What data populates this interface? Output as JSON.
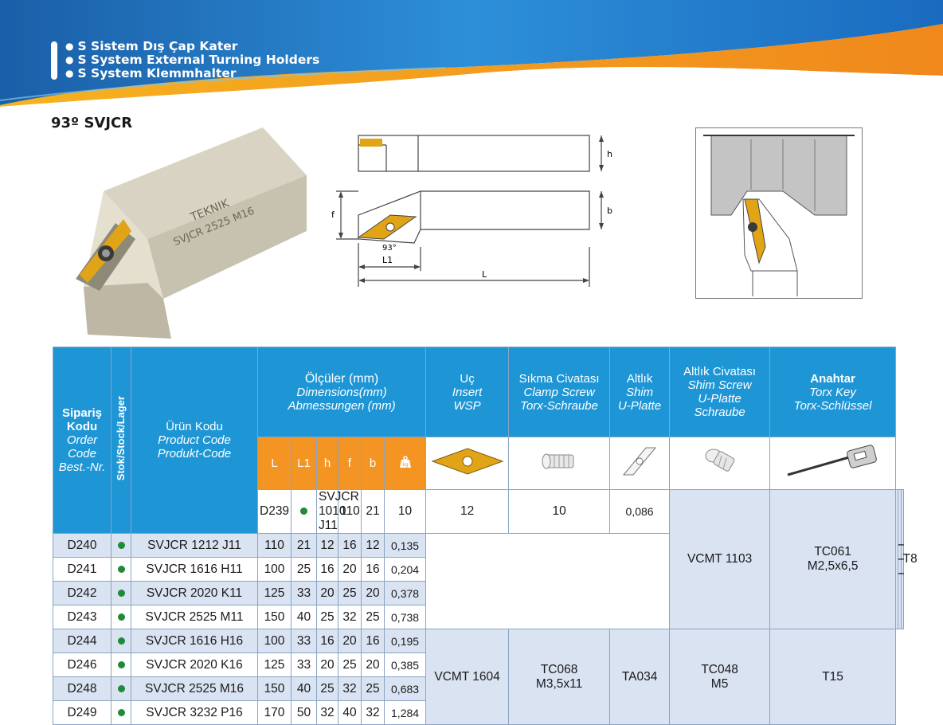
{
  "header": {
    "lines": [
      "S Sistem Dış Çap Kater",
      "S System External Turning Holders",
      "S System Klemmhalter"
    ]
  },
  "product": {
    "title": "93º SVJCR"
  },
  "illustration": {
    "engraving_brand": "TEKNIK",
    "engraving_code": "SVJCR 2525 M16",
    "dims": {
      "h": "h",
      "b": "b",
      "f": "f",
      "L": "L",
      "L1": "L1",
      "angle": "93°"
    }
  },
  "table": {
    "headers": {
      "order": [
        "Sipariş",
        "Kodu",
        "Order",
        "Code",
        "Best.-Nr."
      ],
      "stock": [
        "Stok",
        "/Stock/Lager"
      ],
      "product": [
        "Ürün Kodu",
        "Product Code",
        "Produkt-Code"
      ],
      "dims": [
        "Ölçüler (mm)",
        "Dimensions(mm)",
        "Abmessungen (mm)"
      ],
      "insert": [
        "Uç",
        "Insert",
        "WSP"
      ],
      "clamp": [
        "Sıkma Civatası",
        "Clamp Screw",
        "Torx-Schraube"
      ],
      "shim": [
        "Altlık",
        "Shim",
        "U-Platte"
      ],
      "shim_screw": [
        "Altlık  Civatası",
        "Shim Screw",
        "U-Platte",
        "Schraube"
      ],
      "key": [
        "Anahtar",
        "Torx Key",
        "Torx-Schlüssel"
      ],
      "dim_cols": [
        "L",
        "L1",
        "h",
        "f",
        "b"
      ],
      "weight_label": "kg"
    },
    "rows": [
      {
        "order": "D239",
        "code": "SVJCR 1010 J11",
        "L": "110",
        "L1": "21",
        "h": "10",
        "f": "12",
        "b": "10",
        "w": "0,086"
      },
      {
        "order": "D240",
        "code": "SVJCR 1212 J11",
        "L": "110",
        "L1": "21",
        "h": "12",
        "f": "16",
        "b": "12",
        "w": "0,135"
      },
      {
        "order": "D241",
        "code": "SVJCR 1616 H11",
        "L": "100",
        "L1": "25",
        "h": "16",
        "f": "20",
        "b": "16",
        "w": "0,204"
      },
      {
        "order": "D242",
        "code": "SVJCR 2020 K11",
        "L": "125",
        "L1": "33",
        "h": "20",
        "f": "25",
        "b": "20",
        "w": "0,378"
      },
      {
        "order": "D243",
        "code": "SVJCR 2525 M11",
        "L": "150",
        "L1": "40",
        "h": "25",
        "f": "32",
        "b": "25",
        "w": "0,738"
      },
      {
        "order": "D244",
        "code": "SVJCR 1616 H16",
        "L": "100",
        "L1": "33",
        "h": "16",
        "f": "20",
        "b": "16",
        "w": "0,195"
      },
      {
        "order": "D246",
        "code": "SVJCR 2020 K16",
        "L": "125",
        "L1": "33",
        "h": "20",
        "f": "25",
        "b": "20",
        "w": "0,385"
      },
      {
        "order": "D248",
        "code": "SVJCR 2525 M16",
        "L": "150",
        "L1": "40",
        "h": "25",
        "f": "32",
        "b": "25",
        "w": "0,683"
      },
      {
        "order": "D249",
        "code": "SVJCR 3232 P16",
        "L": "170",
        "L1": "50",
        "h": "32",
        "f": "40",
        "b": "32",
        "w": "1,284"
      }
    ],
    "groups": [
      {
        "insert": "VCMT 1103",
        "clamp": [
          "TC061",
          "M2,5x6,5"
        ],
        "shim": "---",
        "shim_screw": [
          "---"
        ],
        "key": "T8"
      },
      {
        "insert": "VCMT 1604",
        "clamp": [
          "TC068",
          "M3,5x11"
        ],
        "shim": "TA034",
        "shim_screw": [
          "TC048",
          "M5"
        ],
        "key": "T15"
      }
    ]
  },
  "colors": {
    "header_blue": "#1e96d6",
    "orange": "#f39423",
    "row_alt": "#d9e3f2",
    "stock_dot": "#1f8a3a",
    "insert_gold": "#e2a417"
  }
}
